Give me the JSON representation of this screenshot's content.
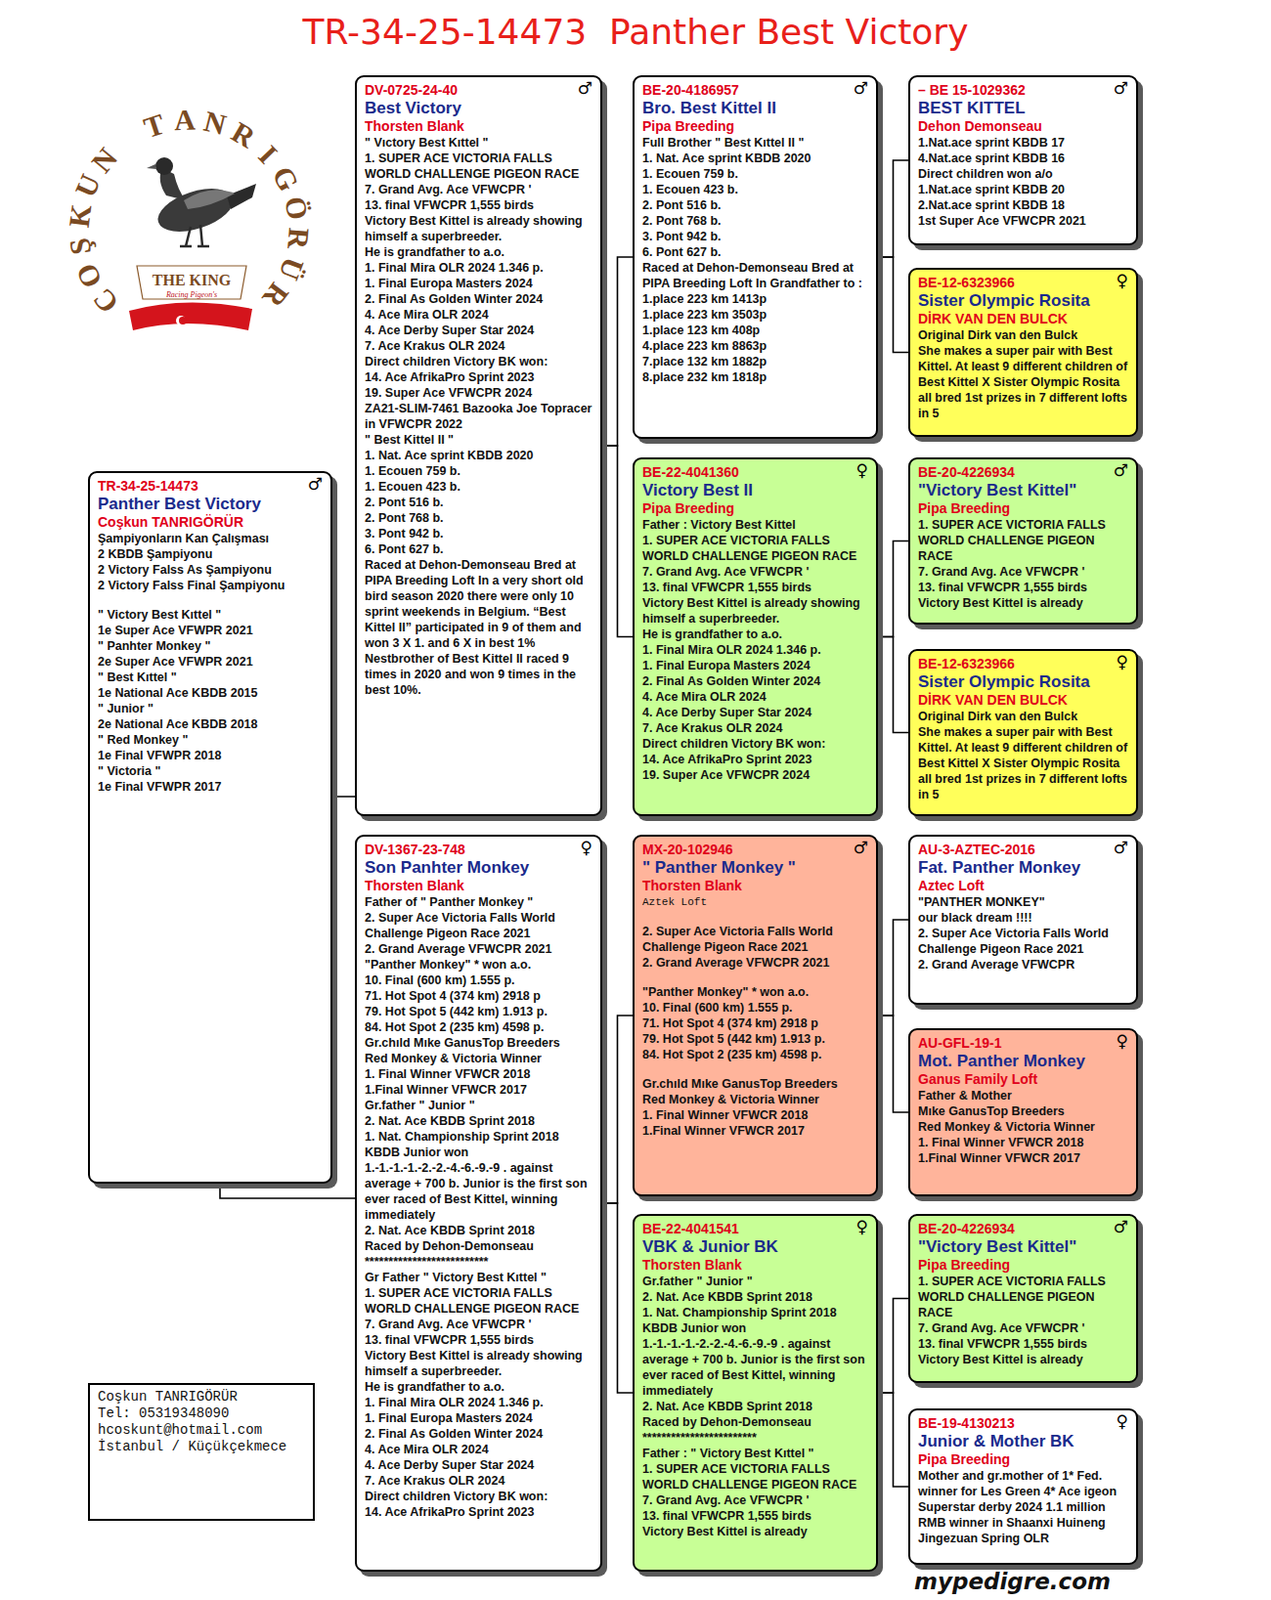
{
  "diagram": {
    "title": "TR-34-25-14473  Panther Best Victory",
    "nodes": [
      {
        "text": [
          "TR-34-25-14473",
          "♂",
          "Panther Best Victory",
          "Coşkun TANRIGÖRÜR",
          "Şampiyonların Kan Çalışması",
          "2 KBDB Şampiyonu",
          "2 Victory Falss As Şampiyonu",
          "2 Victory Falss Final Şampiyonu",
          "\" Victory Best Kıttel \"",
          "1e Super Ace VFWPR 2021",
          "\" Panhter Monkey \"",
          "2e Super Ace VFWPR 2021",
          "\" Best Kıttel \"",
          "1e National Ace KBDB 2015",
          "\" Junior \"",
          "2e National Ace KBDB 2018",
          "\" Red Monkey \"",
          "1e Final VFWPR 2018",
          "\" Victoria \"",
          "1e Final VFWPR 2017"
        ]
      },
      {
        "text": [
          "DV-0725-24-40",
          "♂",
          "Best Victory",
          "Thorsten Blank",
          "\" Vıctory Best Kıttel \"",
          "1. SUPER ACE VICTORIA FALLS WORLD CHALLENGE PIGEON RACE",
          "7. Grand Avg. Ace VFWCPR '",
          "13. final VFWCPR 1,555 birds",
          "Victory Best Kittel is already showing himself a superbreeder.",
          "He is grandfather to a.o.",
          "1. Final Mira OLR 2024 1.346 p.",
          "1. Final Europa Masters 2024",
          "2. Final As Golden Winter 2024",
          "4. Ace Mira OLR 2024",
          "4. Ace Derby Super Star 2024",
          "7. Ace Krakus OLR 2024",
          "Direct children Victory BK won:",
          "14. Ace AfrikaPro Sprint 2023",
          "19. Super Ace VFWCPR 2024",
          "ZA21-SLIM-7461 Bazooka Joe Topracer in VFWCPR 2022",
          "\" Best Kittel II \"",
          "1. Nat. Ace sprint KBDB 2020",
          "1. Ecouen 759 b.",
          "1. Ecouen 423 b.",
          "2. Pont 516 b.",
          "2. Pont 768 b.",
          "3. Pont 942 b.",
          "6. Pont 627 b.",
          "Raced at Dehon-Demonseau Bred at PIPA Breeding Loft In a very short old bird season 2020 there were only 10 sprint weekends in Belgium. “Best Kittel II” participated in 9 of them and won 3 X 1. and 6 X in best 1% Nestbrother of Best Kittel II raced 9 times in 2020 and won 9 times in the best 10%."
        ]
      },
      {
        "text": [
          "BE-20-4186957",
          "♂",
          "Bro. Best Kittel II",
          "Pipa Breeding",
          "Full Brother \" Best Kıttel II \"",
          "1. Nat. Ace sprint KBDB 2020",
          "1. Ecouen 759 b.",
          "1. Ecouen 423 b.",
          "2. Pont 516 b.",
          "2. Pont 768 b.",
          "3. Pont 942 b.",
          "6. Pont 627 b.",
          "Raced at Dehon-Demonseau Bred at PIPA Breeding Loft In Grandfather to :",
          "1.place 223 km 1413p",
          "1.place 223 km 3503p",
          "1.place 123 km 408p",
          "4.place 223 km 8863p",
          "7.place 132 km 1882p",
          "8.place 232 km 1818p"
        ]
      },
      {
        "text": [
          "– BE 15-1029362",
          "♂",
          "BEST KITTEL",
          "Dehon Demonseau",
          "1.Nat.ace sprint KBDB 17",
          "4.Nat.ace sprint KBDB 16",
          "Direct children won a/o",
          "1.Nat.ace sprint KBDB 20",
          "2.Nat.ace sprint KBDB 18",
          "1st Super Ace VFWCPR 2021"
        ]
      },
      {
        "text": [
          "BE-12-6323966",
          "♀",
          "Sister Olympic Rosita",
          "DİRK VAN DEN BULCK",
          "Original Dirk van den Bulck",
          "She makes a super pair with Best Kittel. At least 9 different children of Best Kittel X Sister Olympic Rosita all bred 1st prizes in 7 different lofts in 5"
        ]
      },
      {
        "text": [
          "BE-22-4041360",
          "♀",
          "Victory Best II",
          "Pipa Breeding",
          "Father : Victory Best Kittel",
          "1. SUPER ACE VICTORIA FALLS WORLD CHALLENGE PIGEON RACE",
          "7. Grand Avg. Ace VFWCPR '",
          "13. final VFWCPR 1,555 birds",
          "Victory Best Kittel is already showing himself a superbreeder.",
          "He is grandfather to a.o.",
          "1. Final Mira OLR 2024 1.346 p.",
          "1. Final Europa Masters 2024",
          "2. Final As Golden Winter 2024",
          "4. Ace Mira OLR 2024",
          "4. Ace Derby Super Star 2024",
          "7. Ace Krakus OLR 2024",
          "Direct children Victory BK won:",
          "14. Ace AfrikaPro Sprint 2023",
          "19. Super Ace VFWCPR 2024"
        ]
      },
      {
        "text": [
          "BE-20-4226934",
          "♂",
          "\"Victory Best Kittel\"",
          "Pipa Breeding",
          "1. SUPER ACE VICTORIA FALLS WORLD CHALLENGE PIGEON RACE",
          "7. Grand Avg. Ace VFWCPR '",
          "13. final VFWCPR 1,555 birds",
          "Victory Best Kittel is already"
        ]
      },
      {
        "text": [
          "BE-12-6323966",
          "♀",
          "Sister Olympic Rosita",
          "DİRK VAN DEN BULCK",
          "Original Dirk van den Bulck",
          "She makes a super pair with Best Kittel. At least 9 different children of Best Kittel X Sister Olympic Rosita all bred 1st prizes in 7 different lofts in 5"
        ]
      },
      {
        "text": [
          "DV-1367-23-748",
          "♀",
          "Son Panhter Monkey",
          "Thorsten Blank",
          "Father of \" Panther Monkey \"",
          "2. Super Ace Victoria Falls World Challenge Pigeon Race 2021",
          "2. Grand Average VFWCPR 2021",
          "\"Panther Monkey\" * won a.o.",
          "10. Final (600 km) 1.555 p.",
          "71. Hot Spot 4 (374 km) 2918 p",
          "79. Hot Spot 5 (442 km) 1.913 p.",
          "84. Hot Spot 2 (235 km) 4598 p.",
          "Gr.chıld Mıke GanusTop Breeders",
          "Red Monkey & Victoria Winner",
          "1. Final Winner VFWCR 2018",
          "1.Final Winner VFWCR 2017",
          "Gr.father \" Junior \"",
          "2. Nat. Ace KBDB Sprint 2018",
          "1. Nat. Championship Sprint 2018",
          "KBDB Junior won 1.-1.-1.-1.-2.-2.-4.-6.-9.-9 . against average + 700 b. Junior is the first son ever raced of Best Kittel, winning immediately",
          "2. Nat. Ace KBDB Sprint 2018",
          "Raced by Dehon-Demonseau",
          "**************************",
          "Gr Father \" Victory Best Kıttel \"",
          "1. SUPER ACE VICTORIA FALLS WORLD CHALLENGE PIGEON RACE",
          "7. Grand Avg. Ace VFWCPR '",
          "13. final VFWCPR 1,555 birds",
          "Victory Best Kittel is already showing himself a superbreeder.",
          "He is grandfather to a.o.",
          "1. Final Mira OLR 2024 1.346 p.",
          "1. Final Europa Masters 2024",
          "2. Final As Golden Winter 2024",
          "4. Ace Mira OLR 2024",
          "4. Ace Derby Super Star 2024",
          "7. Ace Krakus OLR 2024",
          "Direct children Victory BK won:",
          "14. Ace AfrikaPro Sprint 2023"
        ]
      },
      {
        "text": [
          "MX-20-102946",
          "♂",
          "\" Panther Monkey \"",
          "Thorsten Blank",
          "Aztek Loft",
          "2. Super Ace Victoria Falls World Challenge Pigeon Race 2021",
          "2. Grand Average VFWCPR 2021",
          "\"Panther Monkey\" * won a.o.",
          "10. Final (600 km) 1.555 p.",
          "71. Hot Spot 4 (374 km) 2918 p",
          "79. Hot Spot 5 (442 km) 1.913 p.",
          "84. Hot Spot 2 (235 km) 4598 p.",
          "Gr.chıld Mıke GanusTop Breeders",
          "Red Monkey & Victoria Winner",
          "1. Final Winner VFWCR 2018",
          "1.Final Winner VFWCR 2017"
        ]
      },
      {
        "text": [
          "AU-3-AZTEC-2016",
          "♂",
          "Fat. Panther Monkey",
          "Aztec Loft",
          "\"PANTHER MONKEY\"",
          "our black dream !!!!",
          "2. Super Ace Victoria Falls World Challenge Pigeon Race 2021",
          "2. Grand Average VFWCPR"
        ]
      },
      {
        "text": [
          "AU-GFL-19-1",
          "♀",
          "Mot. Panther Monkey",
          "Ganus Family Loft",
          "Father & Mother",
          "Mıke GanusTop Breeders",
          "Red Monkey & Victoria Winner",
          "1. Final Winner VFWCR 2018",
          "1.Final Winner VFWCR 2017"
        ]
      },
      {
        "text": [
          "BE-22-4041541",
          "♀",
          "VBK & Junior BK",
          "Thorsten Blank",
          "Gr.father \" Junior \"",
          "2. Nat. Ace KBDB Sprint 2018",
          "1. Nat. Championship Sprint 2018",
          "KBDB Junior won 1.-1.-1.-1.-2.-2.-4.-6.-9.-9 . against average + 700 b. Junior is the first son ever raced of Best Kittel, winning immediately",
          "2. Nat. Ace KBDB Sprint 2018",
          "Raced by Dehon-Demonseau",
          "************************",
          "Father : \" Victory Best Kıttel \"",
          "1. SUPER ACE VICTORIA FALLS WORLD CHALLENGE PIGEON RACE",
          "7. Grand Avg. Ace VFWCPR '",
          "13. final VFWCPR 1,555 birds",
          "Victory Best Kittel is already"
        ]
      },
      {
        "text": [
          "BE-20-4226934",
          "♂",
          "\"Victory Best Kittel\"",
          "Pipa Breeding",
          "1. SUPER ACE VICTORIA FALLS WORLD CHALLENGE PIGEON RACE",
          "7. Grand Avg. Ace VFWCPR '",
          "13. final VFWCPR 1,555 birds",
          "Victory Best Kittel is already"
        ]
      },
      {
        "text": [
          "BE-19-4130213",
          "♀",
          "Junior & Mother BK",
          "Pipa Breeding",
          "Mother and gr.mother of 1* Fed. winner for Les Green 4* Ace igeon Superstar derby 2024 1.1 million RMB winner in Shaanxi Huineng Jingezuan Spring OLR"
        ]
      },
      {
        "text": [
          "Coşkun TANRIGÖRÜR",
          "Tel: 05319348090",
          "hcoskunt@hotmail.com",
          "İstanbul / Küçükçekmece"
        ]
      }
    ],
    "edges": [
      {
        "from": 0,
        "to": 1,
        "arrow": "none"
      },
      {
        "from": 0,
        "to": 8,
        "arrow": "none"
      },
      {
        "from": 1,
        "to": 2,
        "arrow": "none"
      },
      {
        "from": 1,
        "to": 5,
        "arrow": "none"
      },
      {
        "from": 2,
        "to": 3,
        "arrow": "none"
      },
      {
        "from": 2,
        "to": 4,
        "arrow": "none"
      },
      {
        "from": 5,
        "to": 6,
        "arrow": "none"
      },
      {
        "from": 5,
        "to": 7,
        "arrow": "none"
      },
      {
        "from": 8,
        "to": 9,
        "arrow": "none"
      },
      {
        "from": 8,
        "to": 12,
        "arrow": "none"
      },
      {
        "from": 9,
        "to": 10,
        "arrow": "none"
      },
      {
        "from": 9,
        "to": 11,
        "arrow": "none"
      },
      {
        "from": 12,
        "to": 13,
        "arrow": "none"
      },
      {
        "from": 12,
        "to": 14,
        "arrow": "none"
      }
    ],
    "labels": [
      "COŞKUN TANRIGÖRÜR",
      "THE KING",
      "Racing Pigeon's",
      "mypedigre.com"
    ]
  }
}
